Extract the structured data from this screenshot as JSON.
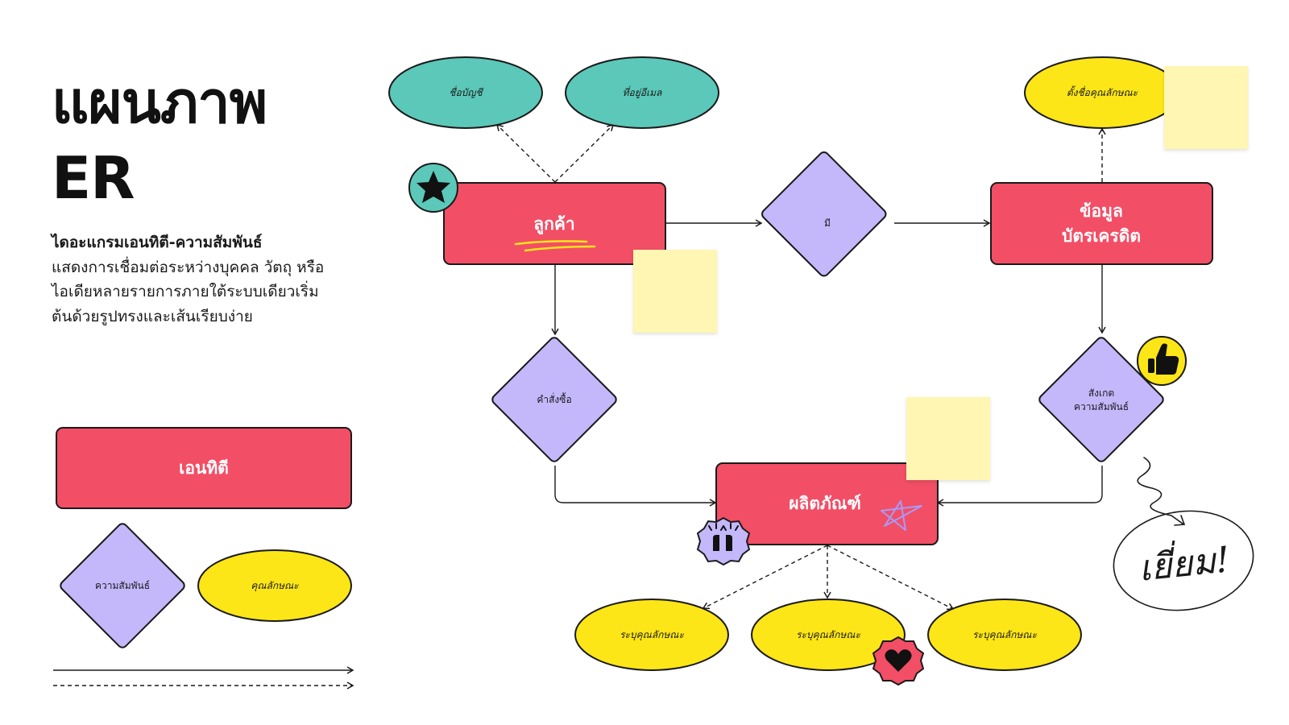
{
  "title": {
    "line1": "แผนภาพ",
    "line2": "ER"
  },
  "description": {
    "heading": "ไดอะแกรมเอนทิตี-ความสัมพันธ์",
    "body": "แสดงการเชื่อมต่อระหว่างบุคคล วัตถุ หรือไอเดียหลายรายการภายใต้ระบบเดียวเริ่มต้นด้วยรูปทรงและเส้นเรียบง่าย"
  },
  "legend": {
    "entity": "เอนทิตี",
    "relationship": "ความสัมพันธ์",
    "attribute": "คุณลักษณะ"
  },
  "entities": {
    "customer": "ลูกค้า",
    "credit_card_line1": "ข้อมูล",
    "credit_card_line2": "บัตรเครดิต",
    "product": "ผลิตภัณฑ์"
  },
  "relationships": {
    "has": "มี",
    "order": "คำสั่งซื้อ",
    "observe_line1": "สังเกต",
    "observe_line2": "ความสัมพันธ์"
  },
  "attributes": {
    "account_name": "ชื่อบัญชี",
    "email_address": "ที่อยู่อีเมล",
    "name_attribute": "ตั้งชื่อคุณลักษณะ",
    "specify_1": "ระบุคุณลักษณะ",
    "specify_2": "ระบุคุณลักษณะ",
    "specify_3": "ระบุคุณลักษณะ"
  },
  "handwritten_note": "เยี่ยม!",
  "icons": [
    "star-icon",
    "thumbs-up-icon",
    "raised-hands-icon",
    "heart-icon",
    "sparkle-star-doodle",
    "squiggle-arrow"
  ],
  "colors": {
    "entity": "#F24E66",
    "relationship": "#C4B8FB",
    "attribute_yellow": "#FDE617",
    "attribute_teal": "#5BC8B9",
    "sticky_note": "#FEF6B2",
    "line": "#1a1a1a"
  }
}
